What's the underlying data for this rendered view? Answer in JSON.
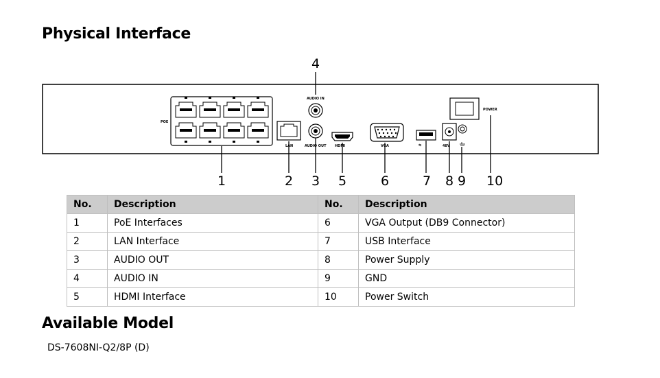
{
  "physical_title": "Physical Interface",
  "model_title": "Available Model",
  "model_name": "DS-7608NI-Q2/8P (D)",
  "panel": {
    "poe_label": "POE",
    "lan_label": "LAN",
    "audio_in_label": "AUDIO IN",
    "audio_out_label": "AUDIO OUT",
    "hdmi_label": "HDMI",
    "vga_label": "VGA",
    "power_label": "POWER",
    "voltage_label": "48V",
    "callouts": [
      "1",
      "2",
      "3",
      "4",
      "5",
      "6",
      "7",
      "8",
      "9",
      "10"
    ]
  },
  "table": {
    "headers": [
      "No.",
      "Description",
      "No.",
      "Description"
    ],
    "rows": [
      [
        "1",
        "PoE Interfaces",
        "6",
        "VGA Output (DB9 Connector)"
      ],
      [
        "2",
        "LAN Interface",
        "7",
        "USB Interface"
      ],
      [
        "3",
        "AUDIO OUT",
        "8",
        "Power Supply"
      ],
      [
        "4",
        "AUDIO IN",
        "9",
        "GND"
      ],
      [
        "5",
        "HDMI Interface",
        "10",
        "Power Switch"
      ]
    ]
  }
}
